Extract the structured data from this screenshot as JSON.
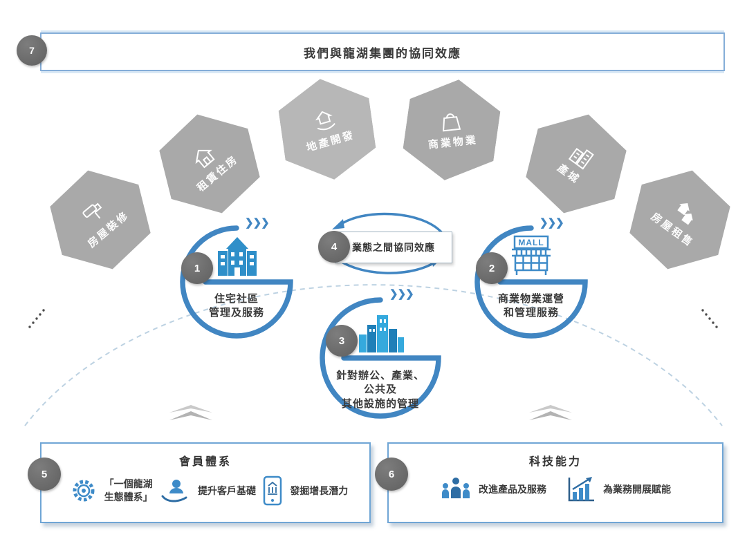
{
  "header": {
    "badge": "7",
    "title": "我們與龍湖集團的協同效應"
  },
  "hexagons": [
    {
      "label": "房屋裝修",
      "icon": "renovation-icon"
    },
    {
      "label": "租賃住房",
      "icon": "rental-housing-icon"
    },
    {
      "label": "地產開發",
      "icon": "property-development-icon"
    },
    {
      "label": "商業物業",
      "icon": "commercial-property-icon"
    },
    {
      "label": "產城",
      "icon": "industrial-city-icon"
    },
    {
      "label": "房屋租售",
      "icon": "house-sale-icon"
    }
  ],
  "circles": [
    {
      "badge": "1",
      "line1": "住宅社區",
      "line2": "管理及服務"
    },
    {
      "badge": "2",
      "line1": "商業物業運營",
      "line2": "和管理服務"
    },
    {
      "badge": "3",
      "line1": "針對辦公、產業、",
      "line2": "公共及",
      "line3": "其他設施的管理"
    }
  ],
  "synergy": {
    "badge": "4",
    "label": "業態之間協同效應"
  },
  "membership": {
    "badge": "5",
    "title": "會員體系",
    "items": [
      {
        "line1": "「一個龍湖",
        "line2": "生態體系」"
      },
      {
        "line1": "提升客戶基礎"
      },
      {
        "line1": "發掘增長潛力"
      }
    ]
  },
  "technology": {
    "badge": "6",
    "title": "科技能力",
    "items": [
      {
        "line1": "改進產品及服務"
      },
      {
        "line1": "為業務開展賦能"
      }
    ]
  },
  "icons": {
    "fast_forward": "❯❯❯",
    "mall_text": "MALL"
  },
  "colors": {
    "accent_blue": "#4186c2",
    "hex_gray": "#a9a9a9",
    "badge_gray": "#6b6b6b",
    "border_blue": "#6fa5d5"
  }
}
